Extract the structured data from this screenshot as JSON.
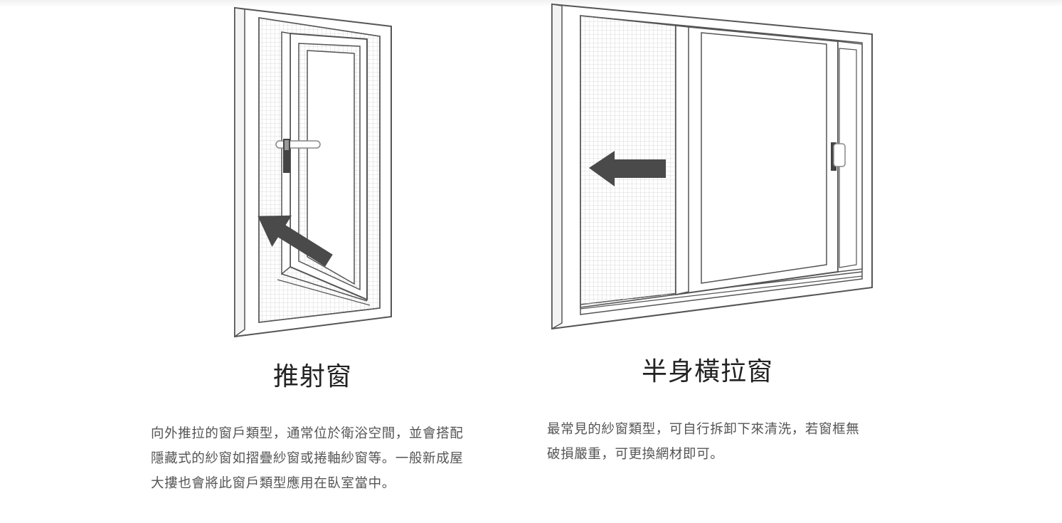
{
  "cards": [
    {
      "id": "casement",
      "title": "推射窗",
      "description": "向外推拉的窗戶類型，通常位於衛浴空間，並會搭配隱藏式的紗窗如摺疊紗窗或捲軸紗窗等。一般新成屋大摟也會將此窗戶類型應用在臥室當中。",
      "icon": "casement-window-illustration"
    },
    {
      "id": "sliding",
      "title": "半身橫拉窗",
      "description": "最常見的紗窗類型，可自行拆卸下來清洗，若窗框無破損嚴重，可更換網材即可。",
      "icon": "sliding-window-illustration"
    }
  ],
  "colors": {
    "line": "#555555",
    "mesh": "#c8c8c8",
    "arrow": "#4a4a4a",
    "text": "#555555",
    "title": "#222222"
  }
}
